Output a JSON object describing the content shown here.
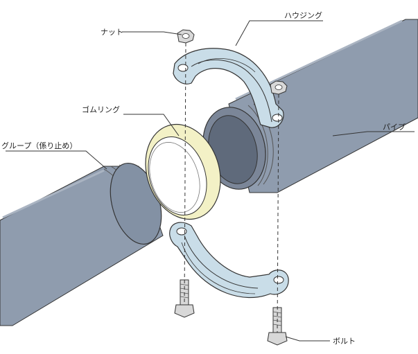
{
  "labels": {
    "nut": "ナット",
    "housing": "ハウジング",
    "rubber_ring": "ゴムリング",
    "groove": "グループ（係り止め）",
    "pipe": "パイプ",
    "bolt": "ボルト"
  },
  "colors": {
    "pipe_fill": "#8f9cae",
    "pipe_dark": "#6d7889",
    "housing_fill": "#c9dde8",
    "ring_fill": "#f3f1c6",
    "metal": "#d8d8d8",
    "line": "#333333"
  }
}
